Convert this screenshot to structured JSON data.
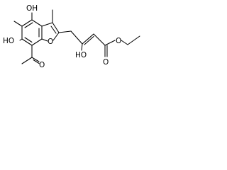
{
  "figure": {
    "kind": "chemical-structure",
    "colors": {
      "bonds": "#000000",
      "labels": "#000000",
      "background": "#ffffff"
    }
  },
  "atom_labels": {
    "oh_top": "OH",
    "ho_left": "HO",
    "o_furan": "O",
    "o_acetyl": "O",
    "ho_chain": "HO",
    "o_ester_carbonyl": "O",
    "o_ester": "O"
  }
}
